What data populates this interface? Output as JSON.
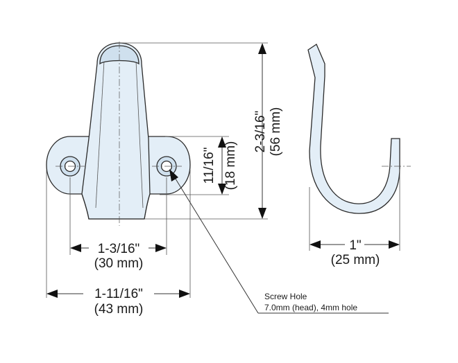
{
  "dimensions": {
    "total_height": {
      "imperial": "2-3/16\"",
      "metric": "(56 mm)"
    },
    "hole_height": {
      "imperial": "11/16\"",
      "metric": "(18 mm)"
    },
    "hole_spacing": {
      "imperial": "1-3/16\"",
      "metric": "(30 mm)"
    },
    "base_width": {
      "imperial": "1-11/16\"",
      "metric": "(43 mm)"
    },
    "hook_depth": {
      "imperial": "1\"",
      "metric": "(25 mm)"
    }
  },
  "callout": {
    "title": "Screw Hole",
    "detail": "7.0mm (head), 4mm hole"
  }
}
